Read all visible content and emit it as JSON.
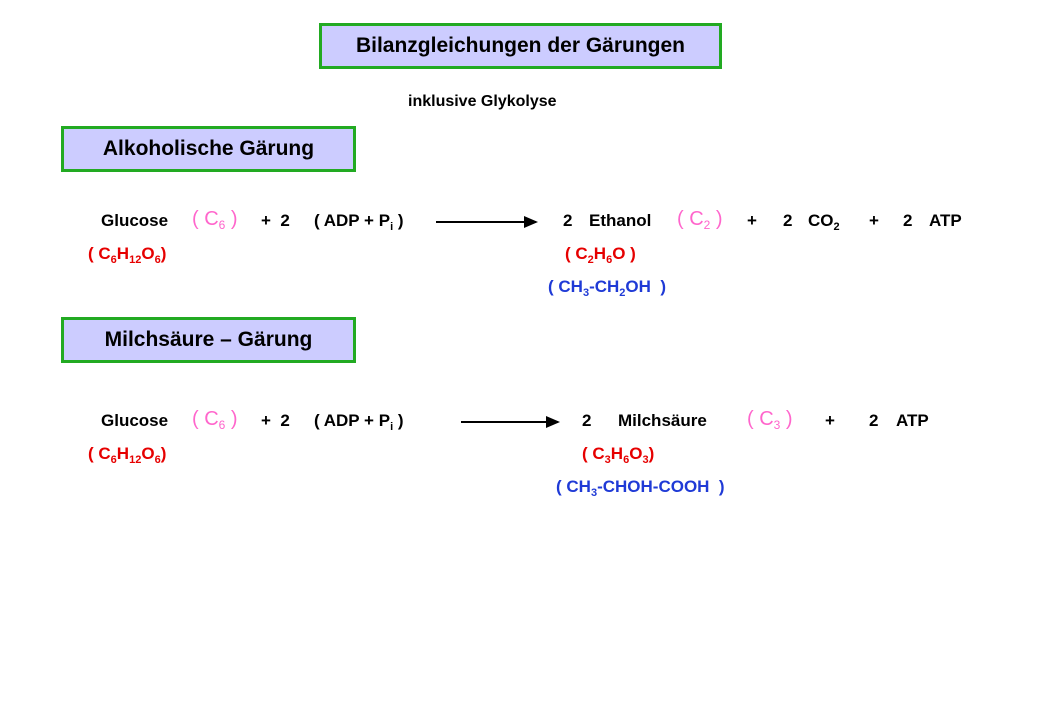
{
  "title": "Bilanzgleichungen der Gärungen",
  "subtitle": "inklusive Glykolyse",
  "colors": {
    "box_fill": "#ccccff",
    "box_border": "#22aa22",
    "pink": "#ff66cc",
    "red": "#e60000",
    "blue": "#1f3ad6"
  },
  "alcohol": {
    "heading": "Alkoholische Gärung",
    "glucose": "Glucose",
    "c_label": "C",
    "c_sub": "6",
    "plus_two": "+  2",
    "adp_open": "( ADP + P",
    "adp_sub": "i",
    "adp_close": " )",
    "ethanol_count": "2",
    "ethanol": "Ethanol",
    "c2_label": "C",
    "c2_sub": "2",
    "plus": "+",
    "co2_count": "2",
    "co2_label": "CO",
    "co2_sub": "2",
    "atp_count": "2",
    "atp": "ATP",
    "glucose_formula": {
      "c": "6",
      "h": "12",
      "o": "6"
    },
    "ethanol_formula": {
      "c": "2",
      "h": "6"
    },
    "ethanol_structure": {
      "a": "3",
      "b": "2"
    }
  },
  "lactic": {
    "heading": "Milchsäure – Gärung",
    "glucose": "Glucose",
    "c_label": "C",
    "c_sub": "6",
    "plus_two": "+  2",
    "adp_open": "( ADP + P",
    "adp_sub": "i",
    "adp_close": " )",
    "acid_count": "2",
    "acid": "Milchsäure",
    "c3_label": "C",
    "c3_sub": "3",
    "plus": "+",
    "atp_count": "2",
    "atp": "ATP",
    "glucose_formula": {
      "c": "6",
      "h": "12",
      "o": "6"
    },
    "acid_formula": {
      "c": "3",
      "h": "6",
      "o": "3"
    },
    "acid_structure": {
      "a": "3"
    }
  }
}
